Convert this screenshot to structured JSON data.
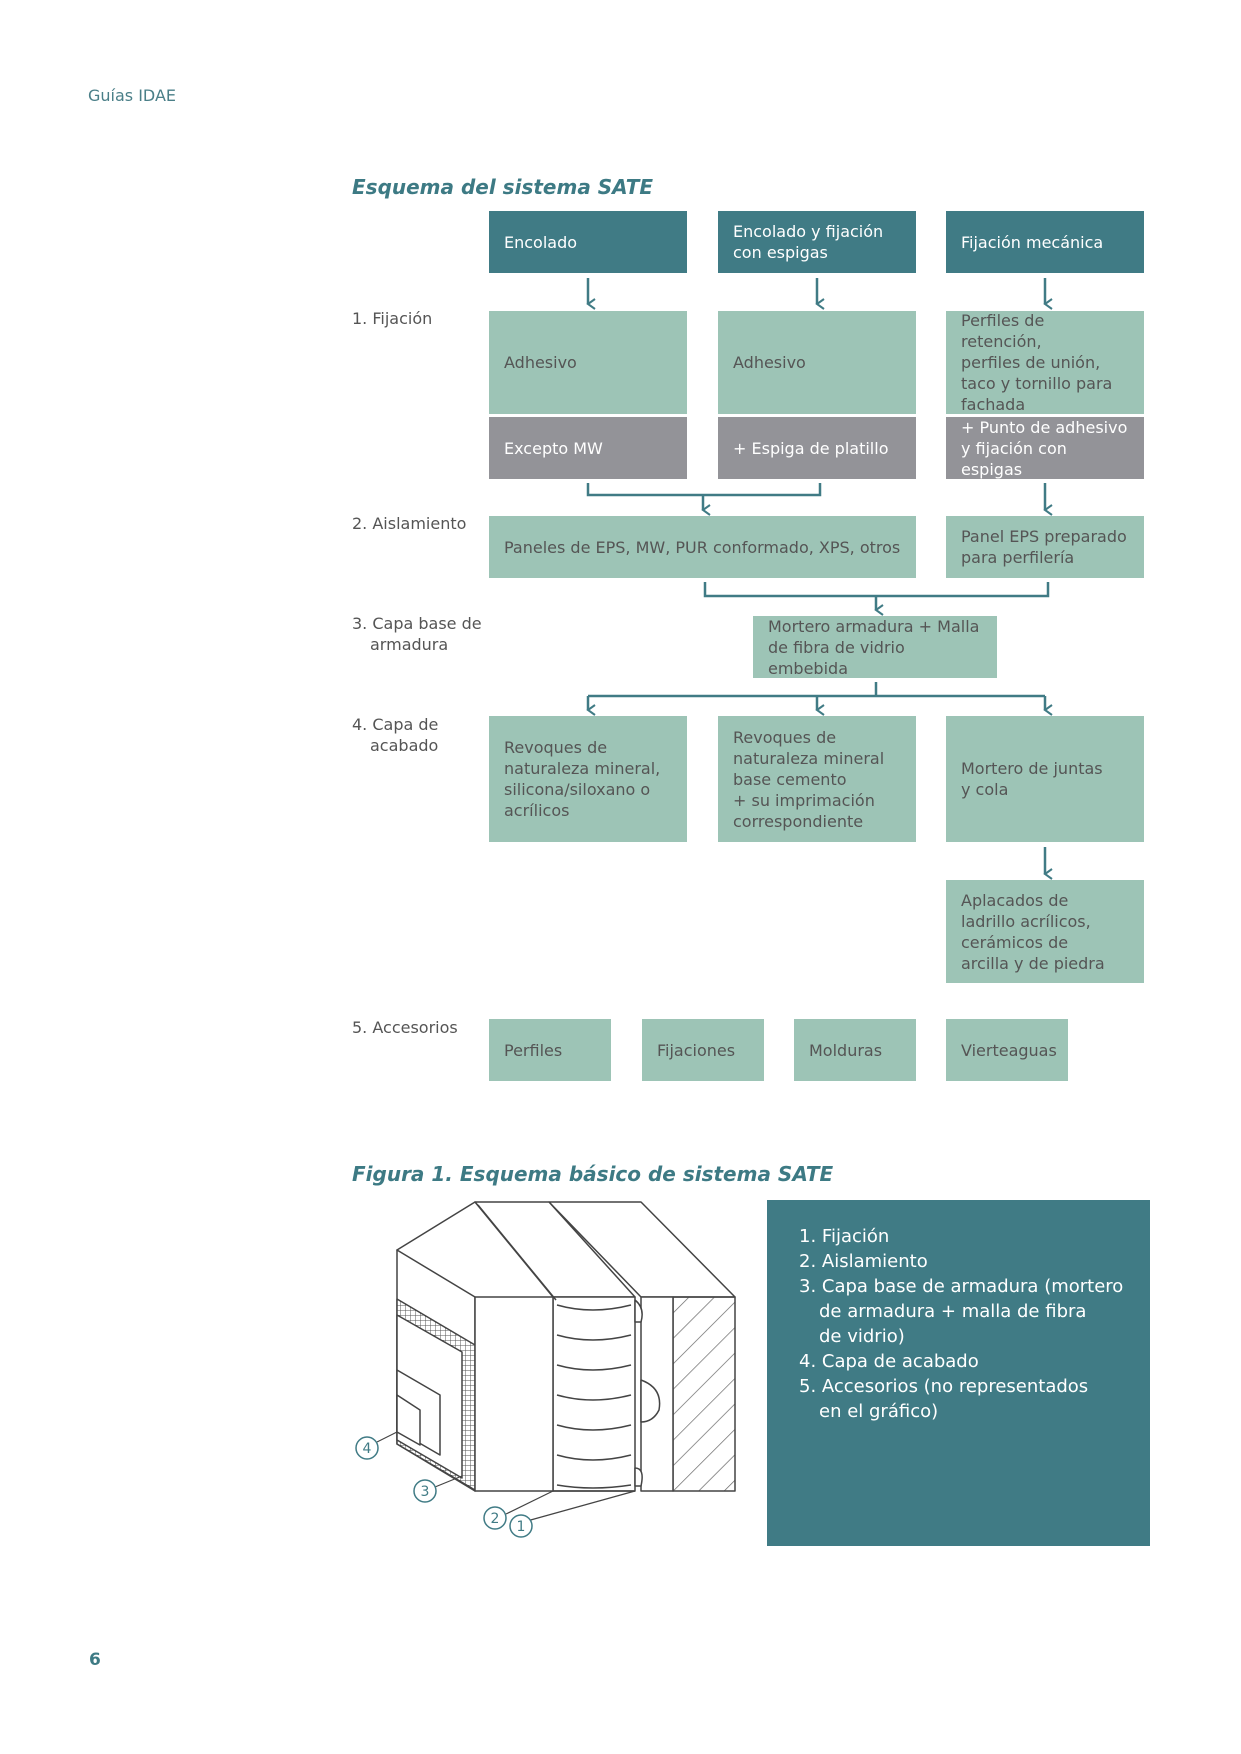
{
  "header": {
    "label": "Guías IDAE"
  },
  "page_number": "6",
  "scheme": {
    "title": "Esquema del sistema SATE",
    "rows": {
      "fijacion": "1. Fijación",
      "aislamiento": "2. Aislamiento",
      "capa_base_l1": "3. Capa base de",
      "capa_base_l2": "armadura",
      "acabado_l1": "4. Capa de",
      "acabado_l2": "acabado",
      "accesorios": "5. Accesorios"
    },
    "methods": {
      "encolado": "Encolado",
      "encolado_fijacion_l1": "Encolado y fijación",
      "encolado_fijacion_l2": "con espigas",
      "fijacion_mecanica": "Fijación mecánica"
    },
    "fixing": {
      "adhesivo_1": "Adhesivo",
      "adhesivo_2": "Adhesivo",
      "perfiles": [
        "Perfiles de retención,",
        "perfiles de unión,",
        "taco y tornillo para",
        "fachada"
      ],
      "excepto": "Excepto MW",
      "espiga": "+ Espiga de platillo",
      "punto": [
        "+ Punto de adhesivo",
        "y fijación con espigas"
      ]
    },
    "insulation": {
      "paneles": "Paneles de EPS, MW, PUR conformado, XPS, otros",
      "panel_eps": [
        "Panel EPS preparado",
        "para perfilería"
      ]
    },
    "base": {
      "mortero": [
        "Mortero armadura + Malla",
        "de fibra de vidrio embebida"
      ]
    },
    "finish": {
      "revoques_1": [
        "Revoques de",
        "naturaleza mineral,",
        "silicona/siloxano o",
        "acrílicos"
      ],
      "revoques_2": [
        "Revoques de",
        "naturaleza mineral",
        "base cemento",
        "+ su imprimación",
        "correspondiente"
      ],
      "mortero_juntas": [
        "Mortero de juntas",
        "y cola"
      ],
      "aplacados": [
        "Aplacados de",
        "ladrillo acrílicos,",
        "cerámicos de",
        "arcilla y de piedra"
      ]
    },
    "accessories": [
      "Perfiles",
      "Fijaciones",
      "Molduras",
      "Vierteaguas"
    ]
  },
  "figure": {
    "title": "Figura 1. Esquema básico de sistema SATE",
    "callouts": [
      "4",
      "3",
      "2",
      "1"
    ],
    "legend": [
      [
        "1. Fijación"
      ],
      [
        "2. Aislamiento"
      ],
      [
        "3. Capa base de armadura (mortero",
        "de armadura + malla de fibra",
        "de vidrio)"
      ],
      [
        "4. Capa de acabado"
      ],
      [
        "5. Accesorios (no representados",
        "en el gráfico)"
      ]
    ]
  },
  "colors": {
    "dark": "#407b85",
    "green": "#9dc4b6",
    "grey": "#939398",
    "arrow": "#407b85"
  }
}
